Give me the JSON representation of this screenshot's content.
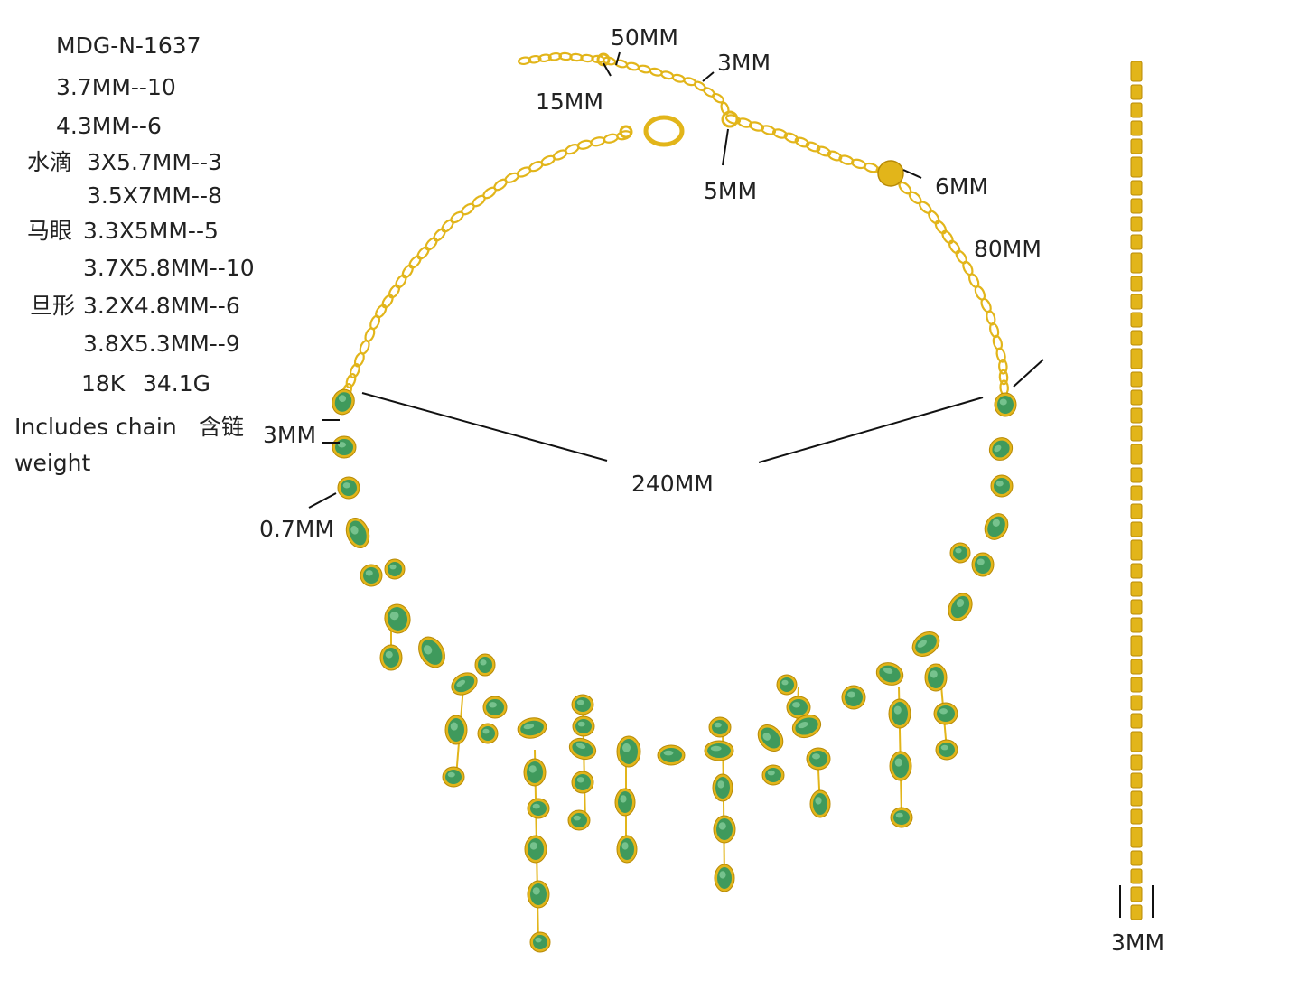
{
  "specs": {
    "model": "MDG-N-1637",
    "rows": [
      {
        "shape": "",
        "size": "3.7MM--10"
      },
      {
        "shape": "",
        "size": "4.3MM--6"
      },
      {
        "shape": "水滴",
        "size": "3X5.7MM--3"
      },
      {
        "shape": "",
        "size": "3.5X7MM--8"
      },
      {
        "shape": "马眼",
        "size": "3.3X5MM--5"
      },
      {
        "shape": "",
        "size": "3.7X5.8MM--10"
      },
      {
        "shape": "旦形",
        "size": "3.2X4.8MM--6"
      },
      {
        "shape": "",
        "size": "3.8X5.3MM--9"
      }
    ],
    "metal": "18K",
    "weight": "34.1G",
    "note_line1": "Includes chain",
    "note_cn": "含链",
    "note_line2": "weight"
  },
  "dimensions": {
    "extender_length": "50MM",
    "link_width": "3MM",
    "extender_end": "15MM",
    "jump_ring": "5MM",
    "tag": "6MM",
    "chain_length": "80MM",
    "stone_height": "3MM",
    "gap": "0.7MM",
    "width": "240MM",
    "side_width": "3MM"
  },
  "colors": {
    "gold": "#e2b51a",
    "gold_dark": "#b88a05",
    "emerald": "#3f9a5c",
    "emerald_light": "#8fd3a3",
    "leader": "#111111"
  },
  "icons": {
    "clasp": "lobster-clasp-icon",
    "tag": "round-tag-icon"
  }
}
